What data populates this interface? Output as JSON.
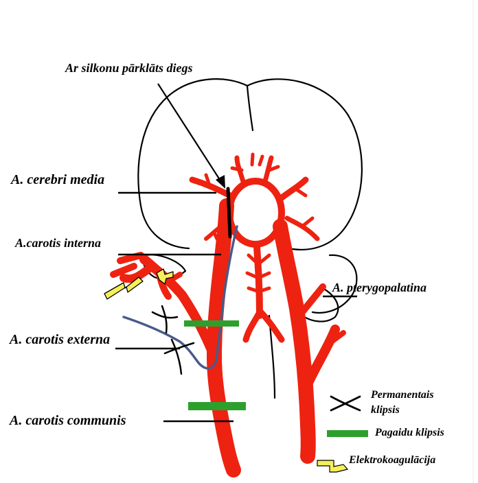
{
  "labels": {
    "silicone_thread": "Ar silkonu pārklāts diegs",
    "cerebri_media": "A. cerebri media",
    "carotis_interna": "A.carotis interna",
    "pterygopalatina": "A. pterygopalatina",
    "carotis_externa": "A. carotis externa",
    "carotis_communis": "A. carotis communis"
  },
  "legend": {
    "permanent_clip_line1": "Permanentais",
    "permanent_clip_line2": "klipsis",
    "temporary_clip": "Pagaidu klipsis",
    "electrocoagulation": "Elektrokoagulācija"
  },
  "colors": {
    "artery": "#ee2211",
    "thread": "#4a5a8a",
    "temporary_clip": "#2ca02c",
    "permanent_clip": "#000000",
    "electrocoagulation": "#f5ef5a",
    "outline": "#000000"
  },
  "icons": {
    "permanent_clip": "x-clip-icon",
    "temporary_clip": "green-bar-icon",
    "electrocoagulation": "zigzag-icon"
  }
}
